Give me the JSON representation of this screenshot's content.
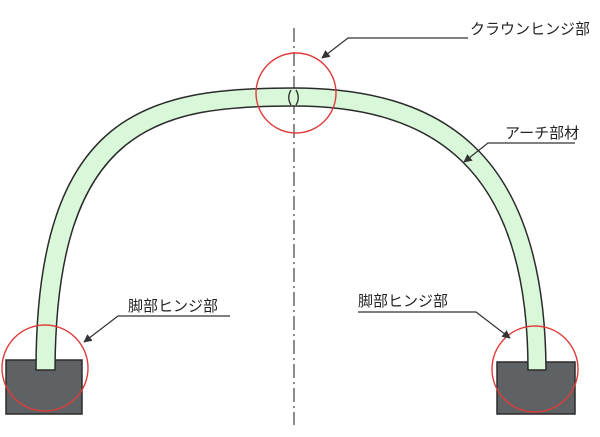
{
  "labels": {
    "crown_hinge": "クラウンヒンジ部",
    "arch_member": "アーチ部材",
    "left_foot_hinge": "脚部ヒンジ部",
    "right_foot_hinge": "脚部ヒンジ部"
  },
  "colors": {
    "arch_fill": "#d9f7d9",
    "arch_stroke": "#2b2b2b",
    "foundation_fill": "#5f6264",
    "hinge_circle": "#e03a3a",
    "centerline": "#444444",
    "leader": "#333333"
  }
}
